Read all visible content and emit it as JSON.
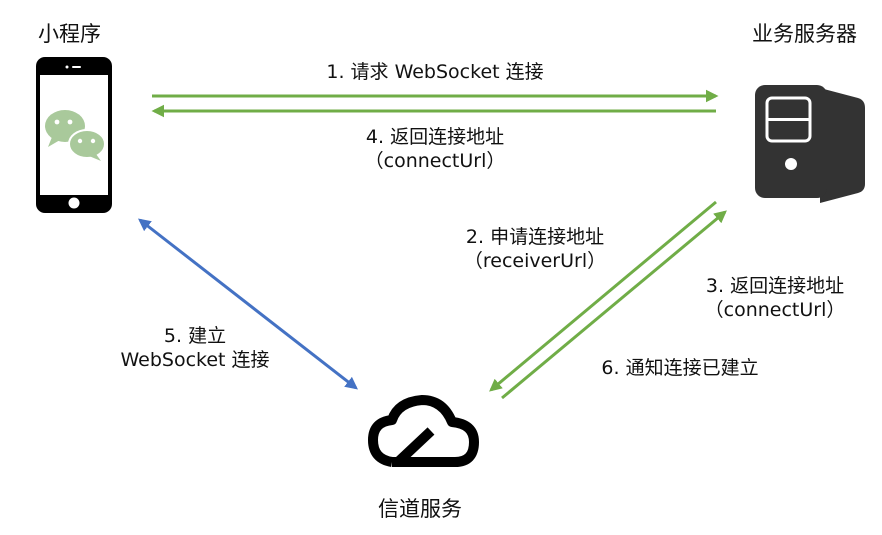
{
  "nodes": {
    "miniprogram": {
      "label": "小程序",
      "icon": "smartphone-wechat-icon"
    },
    "business_server": {
      "label": "业务服务器",
      "icon": "server-tower-icon"
    },
    "tunnel_service": {
      "label": "信道服务",
      "icon": "cloud-icon"
    }
  },
  "colors": {
    "green_arrow": "#70ad47",
    "blue_arrow": "#4472c4",
    "wechat_green": "#a9c99b",
    "server_dark": "#333333"
  },
  "edges": [
    {
      "id": "step1",
      "from": "miniprogram",
      "to": "business_server",
      "line1": "1. 请求 WebSocket 连接",
      "line2": ""
    },
    {
      "id": "step4",
      "from": "business_server",
      "to": "miniprogram",
      "line1": "4. 返回连接地址",
      "line2": "（connectUrl）"
    },
    {
      "id": "step2",
      "from": "business_server",
      "to": "tunnel_service",
      "line1": "2. 申请连接地址",
      "line2": "（receiverUrl）"
    },
    {
      "id": "step3",
      "from": "tunnel_service",
      "to": "business_server",
      "line1": "3. 返回连接地址",
      "line2": "（connectUrl）"
    },
    {
      "id": "step5",
      "from": "miniprogram",
      "to": "tunnel_service",
      "line1": "5. 建立",
      "line2": "WebSocket 连接"
    },
    {
      "id": "step6",
      "from": "tunnel_service",
      "to": "business_server",
      "line1": "6. 通知连接已建立",
      "line2": ""
    }
  ]
}
